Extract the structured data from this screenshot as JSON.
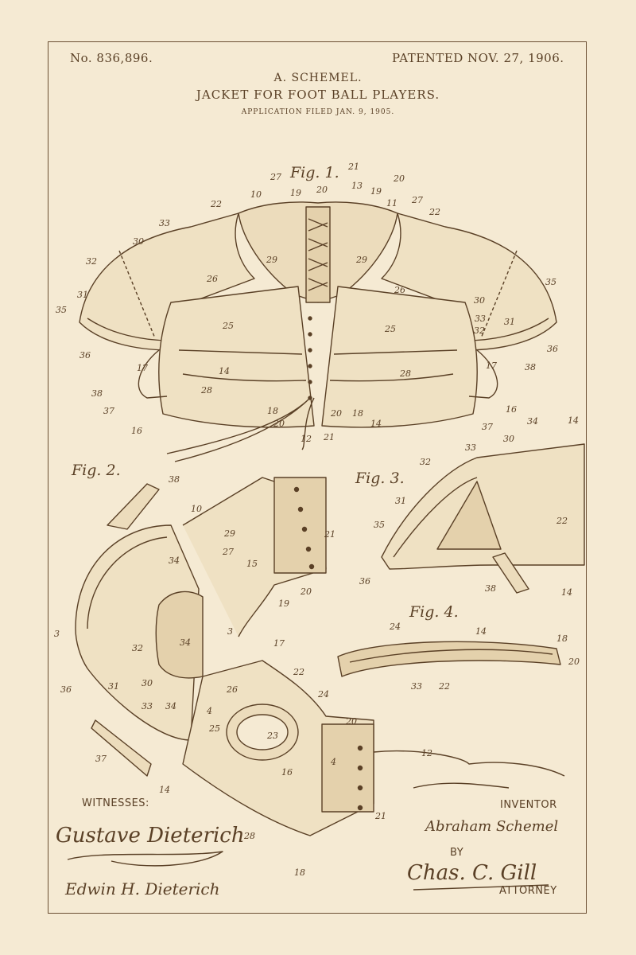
{
  "header": {
    "patent_number": "No. 836,896.",
    "patent_date": "PATENTED NOV. 27, 1906.",
    "inventor_name": "A. SCHEMEL.",
    "title": "JACKET FOR FOOT BALL PLAYERS.",
    "filed": "APPLICATION FILED JAN. 9, 1905."
  },
  "figures": {
    "fig1": "Fig. 1.",
    "fig2": "Fig. 2.",
    "fig3": "Fig. 3.",
    "fig4": "Fig. 4."
  },
  "signatures": {
    "witnesses_label": "WITNESSES:",
    "witness1": "Gustave Dieterich",
    "witness2": "Edwin H. Dieterich",
    "inventor_label": "INVENTOR",
    "inventor_sig": "Abraham Schemel",
    "by_label": "BY",
    "attorney_sig": "Chas. C. Gill",
    "attorney_label": "ATTORNEY"
  },
  "colors": {
    "paper": "#f5ead3",
    "ink": "#5a4026"
  }
}
